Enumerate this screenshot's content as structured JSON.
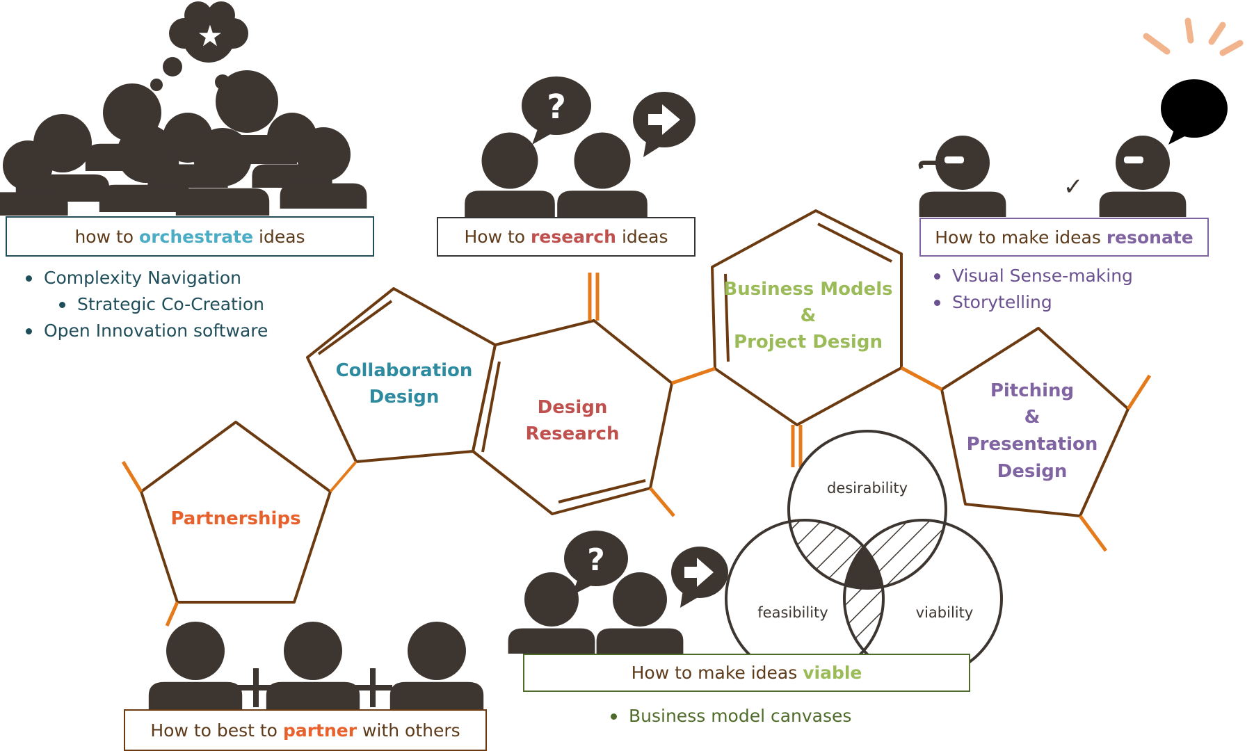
{
  "diagram": {
    "rings": [
      {
        "id": "partnerships",
        "lines": [
          "Partnerships"
        ],
        "color": "#e8612c"
      },
      {
        "id": "collaboration",
        "lines": [
          "Collaboration",
          "Design"
        ],
        "color": "#2e8a9e"
      },
      {
        "id": "research",
        "lines": [
          "Design",
          "Research"
        ],
        "color": "#c0504d"
      },
      {
        "id": "business",
        "lines": [
          "Business Models",
          "&",
          "Project Design"
        ],
        "color": "#9bbb59"
      },
      {
        "id": "pitching",
        "lines": [
          "Pitching",
          "&",
          "Presentation",
          "Design"
        ],
        "color": "#8064a2"
      }
    ],
    "venn": {
      "top": "desirability",
      "left": "feasibility",
      "right": "viability"
    },
    "bubble_glyphs": {
      "question": "?",
      "star": "★",
      "check": "✓"
    }
  },
  "boxes": {
    "orchestrate": {
      "pre": "how to ",
      "hl": "orchestrate",
      "post": " ideas",
      "color": "#4bacc6"
    },
    "research": {
      "pre": "How to ",
      "hl": "research",
      "post": " ideas",
      "color": "#c0504d"
    },
    "resonate": {
      "pre": "How to make ideas ",
      "hl": "resonate",
      "post": "",
      "color": "#8064a2"
    },
    "viable": {
      "pre": "How to make ideas ",
      "hl": "viable",
      "post": "",
      "color": "#9bbb59"
    },
    "partner": {
      "pre": "How to best to ",
      "hl": "partner",
      "post": " with others",
      "color": "#e8612c"
    }
  },
  "lists": {
    "orchestrate": [
      "Complexity Navigation",
      "Strategic Co-Creation",
      "Open Innovation software"
    ],
    "resonate": [
      "Visual Sense-making",
      "Storytelling"
    ],
    "viable": [
      "Business model canvases"
    ]
  },
  "colors": {
    "bond": "#6b3a10",
    "accent_bond": "#e57a1b",
    "icon": "#3d3530",
    "text_dark": "#5c3a1a",
    "list_teal": "#1f4e5a",
    "list_purple": "#6a5090",
    "list_green": "#4f6b2a"
  }
}
